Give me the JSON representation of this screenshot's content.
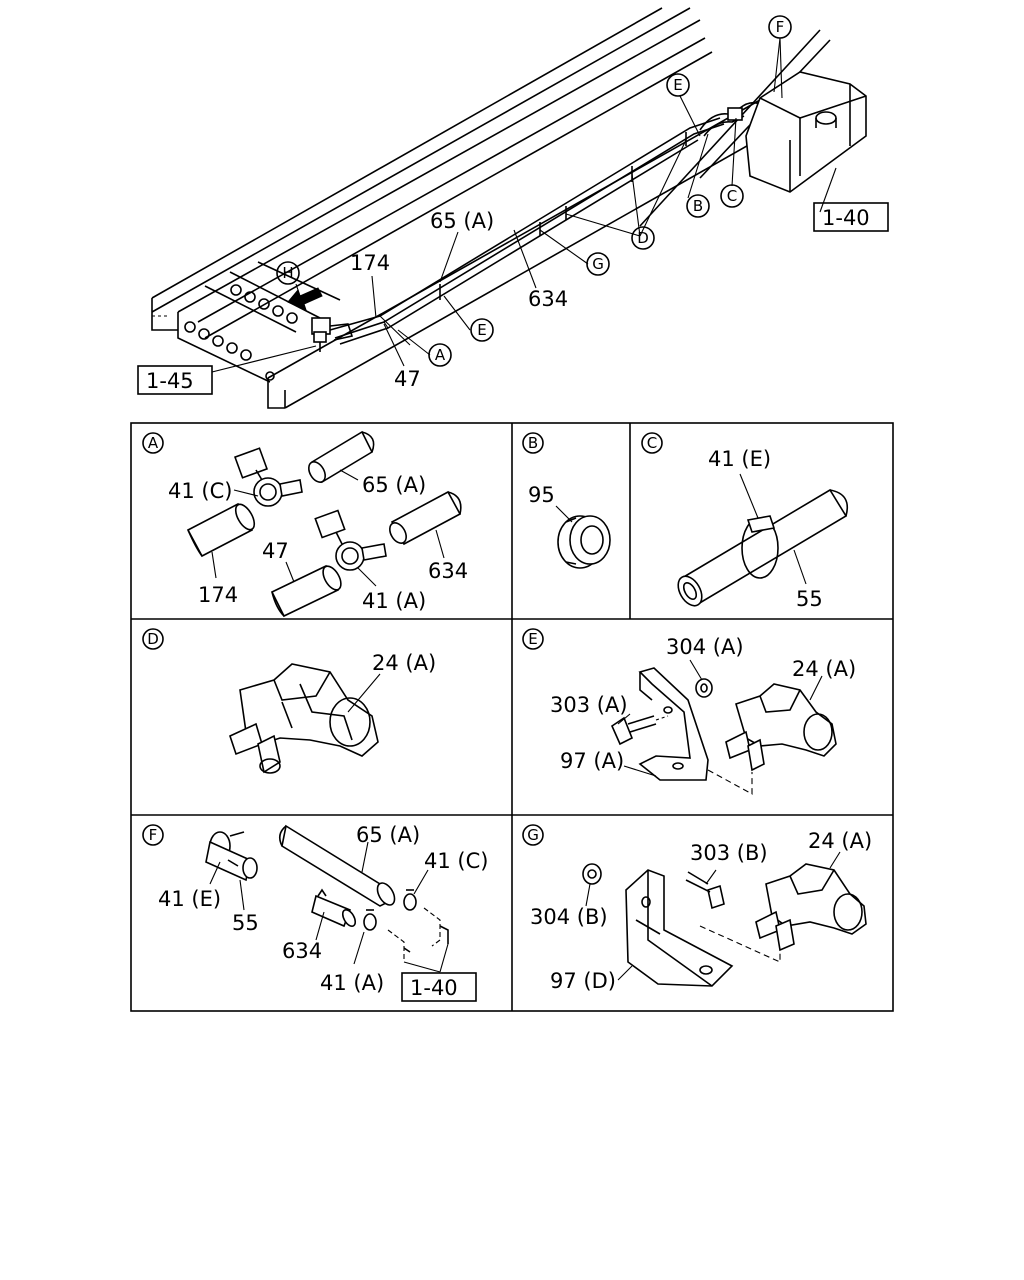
{
  "overview": {
    "labels": {
      "l174": "174",
      "l65a": "65 (A)",
      "l634": "634",
      "l47": "47"
    },
    "refs": {
      "r145": "1-45",
      "r140": "1-40"
    },
    "callouts": {
      "A": "A",
      "B": "B",
      "C": "C",
      "D": "D",
      "E1": "E",
      "E2": "E",
      "F": "F",
      "G": "G",
      "H": "H"
    }
  },
  "panels": {
    "A": {
      "letter": "A",
      "labels": [
        "41 (C)",
        "65 (A)",
        "47",
        "634",
        "174",
        "41 (A)"
      ]
    },
    "B": {
      "letter": "B",
      "labels": [
        "95"
      ]
    },
    "C": {
      "letter": "C",
      "labels": [
        "41 (E)",
        "55"
      ]
    },
    "D": {
      "letter": "D",
      "labels": [
        "24 (A)"
      ]
    },
    "E": {
      "letter": "E",
      "labels": [
        "304 (A)",
        "24 (A)",
        "303 (A)",
        "97 (A)"
      ]
    },
    "F": {
      "letter": "F",
      "labels": [
        "65 (A)",
        "41 (C)",
        "41 (E)",
        "55",
        "634",
        "41 (A)"
      ],
      "ref": "1-40"
    },
    "G": {
      "letter": "G",
      "labels": [
        "303 (B)",
        "24 (A)",
        "304 (B)",
        "97 (D)"
      ]
    }
  }
}
